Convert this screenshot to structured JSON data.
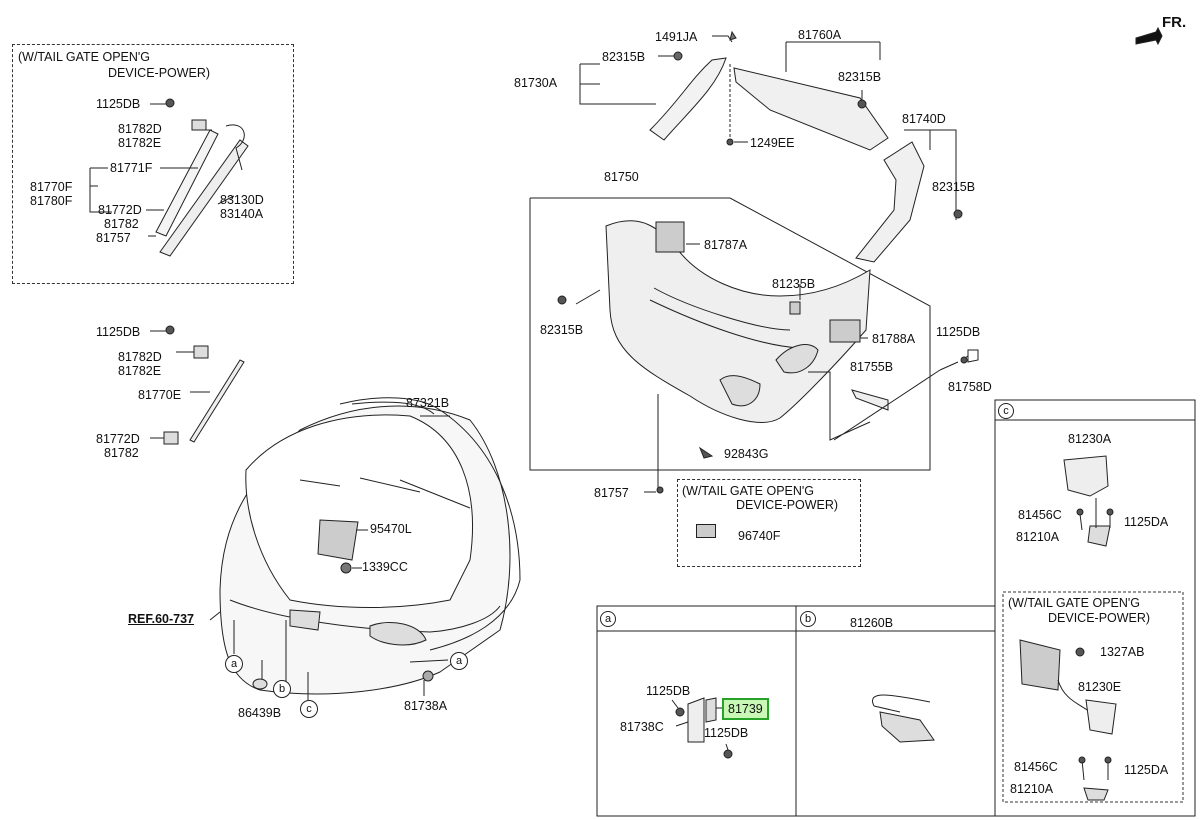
{
  "orientation": "FR.",
  "ref_label": "REF.60-737",
  "highlight_color": "#c8f7b6",
  "highlight_border": "#27a327",
  "power_box_top": {
    "title_line1": "(W/TAIL GATE OPEN'G",
    "title_line2": "DEVICE-POWER)",
    "labels": [
      "1125DB",
      "81782D",
      "81782E",
      "81771F",
      "81770F",
      "81780F",
      "81772D",
      "81782",
      "81757",
      "83130D",
      "83140A"
    ]
  },
  "left_parts": [
    "1125DB",
    "81782D",
    "81782E",
    "81770E",
    "81772D",
    "81782"
  ],
  "top_parts": [
    "1491JA",
    "82315B",
    "81730A",
    "81760A",
    "82315B",
    "1249EE",
    "81740D",
    "82315B"
  ],
  "trim_box": {
    "title": "81750",
    "labels": [
      "81787A",
      "81235B",
      "82315B",
      "81788A",
      "81755B",
      "92843G"
    ]
  },
  "right_small": [
    "1125DB",
    "81758D"
  ],
  "mid_parts": [
    "81757"
  ],
  "power_box_mid": {
    "title_line1": "(W/TAIL GATE OPEN'G",
    "title_line2": "DEVICE-POWER)",
    "labels": [
      "96740F"
    ]
  },
  "gate_parts": [
    "87321B",
    "95470L",
    "1339CC",
    "81738A",
    "86439B"
  ],
  "circle_labels": [
    "a",
    "a",
    "b",
    "c"
  ],
  "section_a": {
    "tag": "a",
    "labels": [
      "1125DB",
      "81738C",
      "1125DB"
    ],
    "highlight": "81739"
  },
  "section_b": {
    "tag": "b",
    "title": "81260B"
  },
  "section_c": {
    "tag": "c",
    "labels": [
      "81230A",
      "81456C",
      "1125DA",
      "81210A"
    ],
    "inner": {
      "title_line1": "(W/TAIL GATE OPEN'G",
      "title_line2": "DEVICE-POWER)",
      "labels": [
        "1327AB",
        "81230E",
        "81456C",
        "1125DA",
        "81210A"
      ]
    }
  }
}
